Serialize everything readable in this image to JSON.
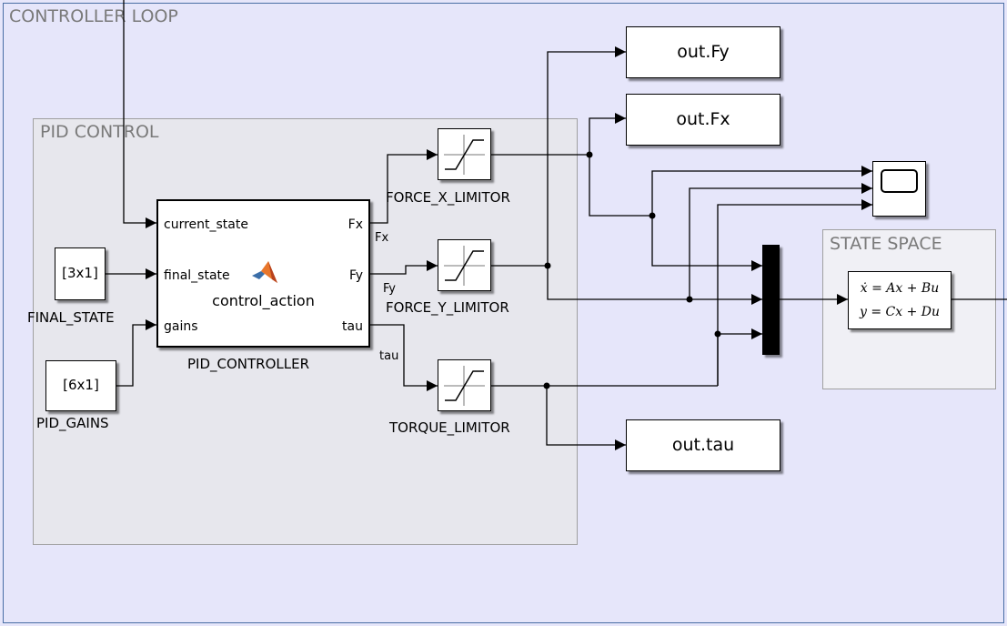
{
  "areas": {
    "controller_loop": "CONTROLLER LOOP",
    "pid_control": "PID CONTROL",
    "state_space": "STATE SPACE"
  },
  "blocks": {
    "final_state": {
      "value": "[3x1]",
      "label": "FINAL_STATE"
    },
    "pid_gains": {
      "value": "[6x1]",
      "label": "PID_GAINS"
    },
    "pid_controller": {
      "label": "PID_CONTROLLER",
      "function_name": "control_action",
      "inputs": [
        "current_state",
        "final_state",
        "gains"
      ],
      "outputs": [
        "Fx",
        "Fy",
        "tau"
      ]
    },
    "force_x_limitor": {
      "label": "FORCE_X_LIMITOR"
    },
    "force_y_limitor": {
      "label": "FORCE_Y_LIMITOR"
    },
    "torque_limitor": {
      "label": "TORQUE_LIMITOR"
    },
    "out_fy": {
      "label": "out.Fy"
    },
    "out_fx": {
      "label": "out.Fx"
    },
    "out_tau": {
      "label": "out.tau"
    },
    "state_space": {
      "eq1": "ẋ = Ax + Bu",
      "eq2": "y = Cx + Du"
    }
  },
  "signals": {
    "fx": "Fx",
    "fy": "Fy",
    "tau": "tau"
  },
  "colors": {
    "background": "#e6e6fa",
    "area_pid": "#e7e7ed",
    "area_ss": "#f0f0f5",
    "wire": "#000000",
    "area_label": "#7a7a7a"
  }
}
